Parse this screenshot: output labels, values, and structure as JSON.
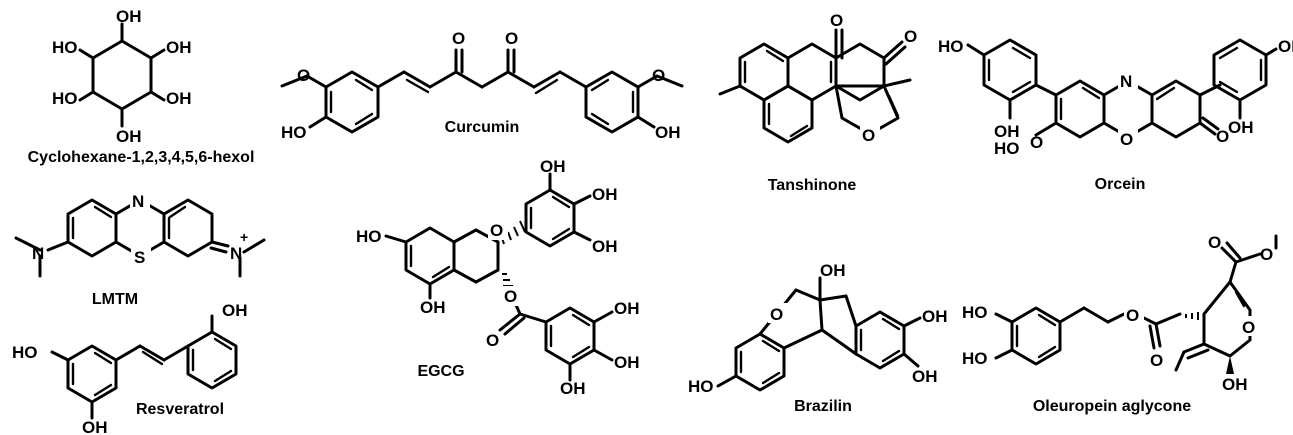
{
  "compounds": [
    {
      "id": "hexol",
      "name": "Cyclohexane-1,2,3,4,5,6-hexol"
    },
    {
      "id": "curcumin",
      "name": "Curcumin"
    },
    {
      "id": "tanshinone",
      "name": "Tanshinone"
    },
    {
      "id": "orcein",
      "name": "Orcein"
    },
    {
      "id": "lmtm",
      "name": "LMTM"
    },
    {
      "id": "egcg",
      "name": "EGCG"
    },
    {
      "id": "brazilin",
      "name": "Brazilin"
    },
    {
      "id": "resveratrol",
      "name": "Resveratrol"
    },
    {
      "id": "oleuropein",
      "name": "Oleuropein aglycone"
    }
  ],
  "atoms": {
    "oh": "OH",
    "ho": "HO",
    "o": "O",
    "n": "N",
    "s": "S",
    "plus": "+"
  }
}
